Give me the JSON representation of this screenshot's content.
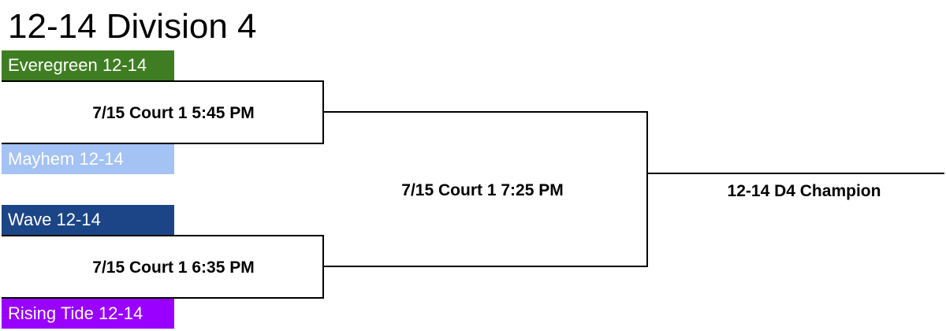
{
  "bracket": {
    "title": "12-14 Division 4",
    "teams": [
      {
        "name": "Everegreen 12-14",
        "bg": "#3f7d22",
        "fg": "#ffffff"
      },
      {
        "name": "Mayhem 12-14",
        "bg": "#a4c2f4",
        "fg": "#ffffff"
      },
      {
        "name": "Wave 12-14",
        "bg": "#1c4587",
        "fg": "#ffffff"
      },
      {
        "name": "Rising Tide 12-14",
        "bg": "#9900ff",
        "fg": "#ffffff"
      }
    ],
    "games": {
      "semifinal_1": "7/15 Court 1 5:45 PM",
      "semifinal_2": "7/15 Court 1 6:35 PM",
      "final": "7/15 Court 1 7:25 PM",
      "champion": "12-14 D4 Champion"
    }
  }
}
